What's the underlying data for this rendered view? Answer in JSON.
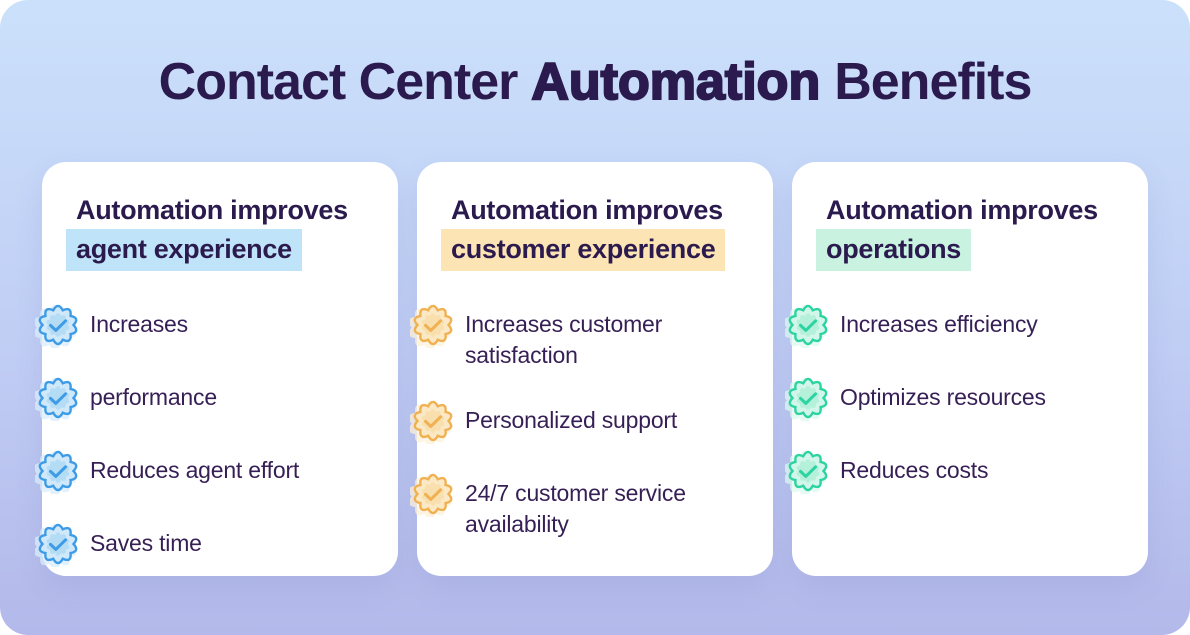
{
  "page": {
    "background_top": "#cbe1fb",
    "background_bottom": "#b3b9ea",
    "surface": "#ffffff"
  },
  "title": {
    "prefix": "Contact Center",
    "emphasis": "Automation",
    "suffix": "Benefits",
    "color": "#2b1a4e"
  },
  "icon_legend": "check-seal-icon",
  "columns": [
    {
      "heading_line1": "Automation improves",
      "heading_line2": "agent experience",
      "colors": {
        "accent": "#3e9ce6",
        "badge_fill": "#cfe8fa",
        "badge_inner": "#b4dcf5",
        "halo": "#d8ecfb",
        "highlight": "#bfe3f8"
      },
      "items": [
        "Increases",
        "performance",
        "Reduces agent effort",
        "Saves time"
      ]
    },
    {
      "heading_line1": "Automation improves",
      "heading_line2": "customer experience",
      "colors": {
        "accent": "#f0b152",
        "badge_fill": "#fbe9c6",
        "badge_inner": "#f8dfad",
        "halo": "#fcf0d8",
        "highlight": "#fce4b4"
      },
      "items": [
        "Increases customer satisfaction",
        "Personalized support",
        "24/7 customer service availability"
      ]
    },
    {
      "heading_line1": "Automation improves",
      "heading_line2": "operations",
      "colors": {
        "accent": "#2dd3a0",
        "badge_fill": "#d2f6e9",
        "badge_inner": "#b4f0da",
        "halo": "#dbf8ee",
        "highlight": "#c9f2e0"
      },
      "items": [
        "Increases efficiency",
        "Optimizes resources",
        "Reduces costs"
      ]
    }
  ]
}
